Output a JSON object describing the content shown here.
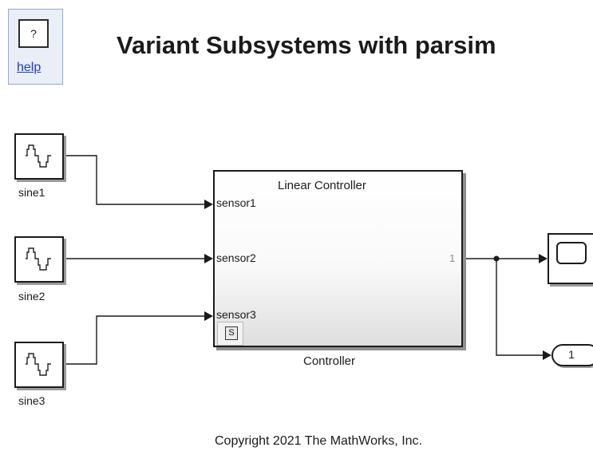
{
  "help_block": {
    "symbol": "?",
    "link_label": "help"
  },
  "title": "Variant Subsystems with parsim",
  "sources": [
    {
      "label": "sine1",
      "icon": "sine-wave-icon"
    },
    {
      "label": "sine2",
      "icon": "sine-wave-icon"
    },
    {
      "label": "sine3",
      "icon": "sine-wave-icon"
    }
  ],
  "controller": {
    "active_variant": "Linear Controller",
    "name": "Controller",
    "inputs": [
      "sensor1",
      "sensor2",
      "sensor3"
    ],
    "output_number": "1",
    "badge": "S"
  },
  "scope": {
    "icon": "scope-icon"
  },
  "outport": {
    "label": "1"
  },
  "copyright": "Copyright 2021 The MathWorks, Inc."
}
